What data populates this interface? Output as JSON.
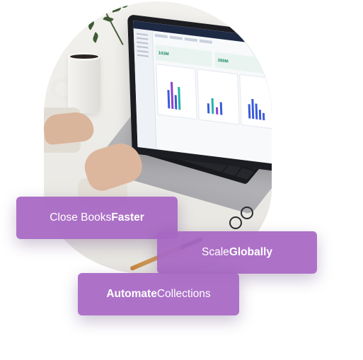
{
  "pills": [
    {
      "regular": "Close Books ",
      "bold": "Faster"
    },
    {
      "regular": "Scale ",
      "bold": "Globally"
    },
    {
      "bold": "Automate",
      "regular": " Collections"
    }
  ],
  "screen": {
    "kpi_values": [
      "103M",
      "289M"
    ]
  },
  "colors": {
    "pill_background": "#a767c4",
    "pill_text": "#ffffff",
    "app_topbar": "#1e2a44",
    "kpi_green": "#1c8a5f"
  }
}
